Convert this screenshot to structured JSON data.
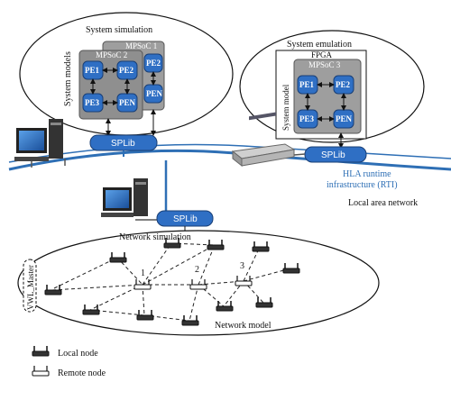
{
  "system_simulation": {
    "title": "System simulation",
    "side_label": "System models",
    "mpsoc_back": "MPSoC 1",
    "mpsoc_front": "MPSoC 2",
    "pes_front": [
      "PE1",
      "PE2",
      "PE3",
      "PEN"
    ],
    "pes_back": [
      "PE2",
      "PEN"
    ]
  },
  "system_emulation": {
    "title": "System emulation",
    "fpga": "FPGA",
    "mpsoc": "MPSoC 3",
    "side_label": "System model",
    "pes": [
      "PE1",
      "PE2",
      "PE3",
      "PEN"
    ]
  },
  "splib": [
    "SPLib",
    "SPLib",
    "SPLib"
  ],
  "rti": {
    "line1": "HLA runtime",
    "line2": "infrastructure (RTI)"
  },
  "lan_label": "Local area network",
  "network_simulation": {
    "title": "Network simulation",
    "model_label": "Network model",
    "master_label": "VWL_Master",
    "remote_numbers": [
      "1",
      "2",
      "3"
    ]
  },
  "legend": {
    "local": "Local node",
    "remote": "Remote node"
  },
  "colors": {
    "pe_fill": "#2f6fc4",
    "mpsoc_fill": "#9e9e9e",
    "splib_fill": "#2f6fc4",
    "lan_line": "#2e6fb5"
  }
}
